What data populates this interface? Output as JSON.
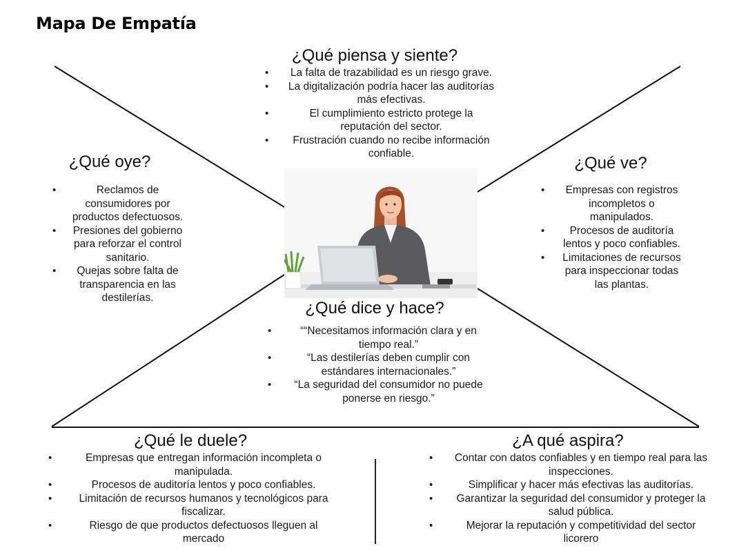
{
  "title": "Mapa De Empatía",
  "think_feel": {
    "heading": "¿Qué piensa y siente?",
    "items": [
      "La falta de trazabilidad es un riesgo grave.",
      "La digitalización podría hacer las auditorías más efectivas.",
      "El cumplimiento estricto protege la reputación del sector.",
      "Frustración cuando no recibe información confiable."
    ]
  },
  "hear": {
    "heading": "¿Qué oye?",
    "items": [
      "Reclamos de consumidores por productos defectuosos.",
      "Presiones del gobierno para reforzar el control sanitario.",
      "Quejas sobre falta de transparencia en las destilerías."
    ]
  },
  "see": {
    "heading": "¿Qué ve?",
    "items": [
      "Empresas con registros incompletos o manipulados.",
      "Procesos de auditoría lentos y poco confiables.",
      "Limitaciones de recursos para inspeccionar todas las plantas."
    ]
  },
  "say_do": {
    "heading": "¿Qué dice y hace?",
    "items": [
      "““Necesitamos información clara y en tiempo real.”",
      "“Las destilerías deben cumplir con estándares internacionales.”",
      "“La seguridad del consumidor no puede ponerse en riesgo.”"
    ]
  },
  "pains": {
    "heading": "¿Qué le duele?",
    "items": [
      "Empresas que entregan información incompleta o manipulada.",
      "Procesos de auditoría lentos y poco confiables.",
      "Limitación de recursos humanos y tecnológicos para fiscalizar.",
      "Riesgo de que productos defectuosos lleguen al mercado"
    ]
  },
  "gains": {
    "heading": "¿A qué aspira?",
    "items": [
      "Contar con datos confiables y en tiempo real para las inspecciones.",
      "Simplificar y hacer más efectivas las auditorías.",
      "Garantizar la seguridad del consumidor y proteger la salud pública.",
      "Mejorar la reputación y competitividad del sector licorero"
    ]
  }
}
